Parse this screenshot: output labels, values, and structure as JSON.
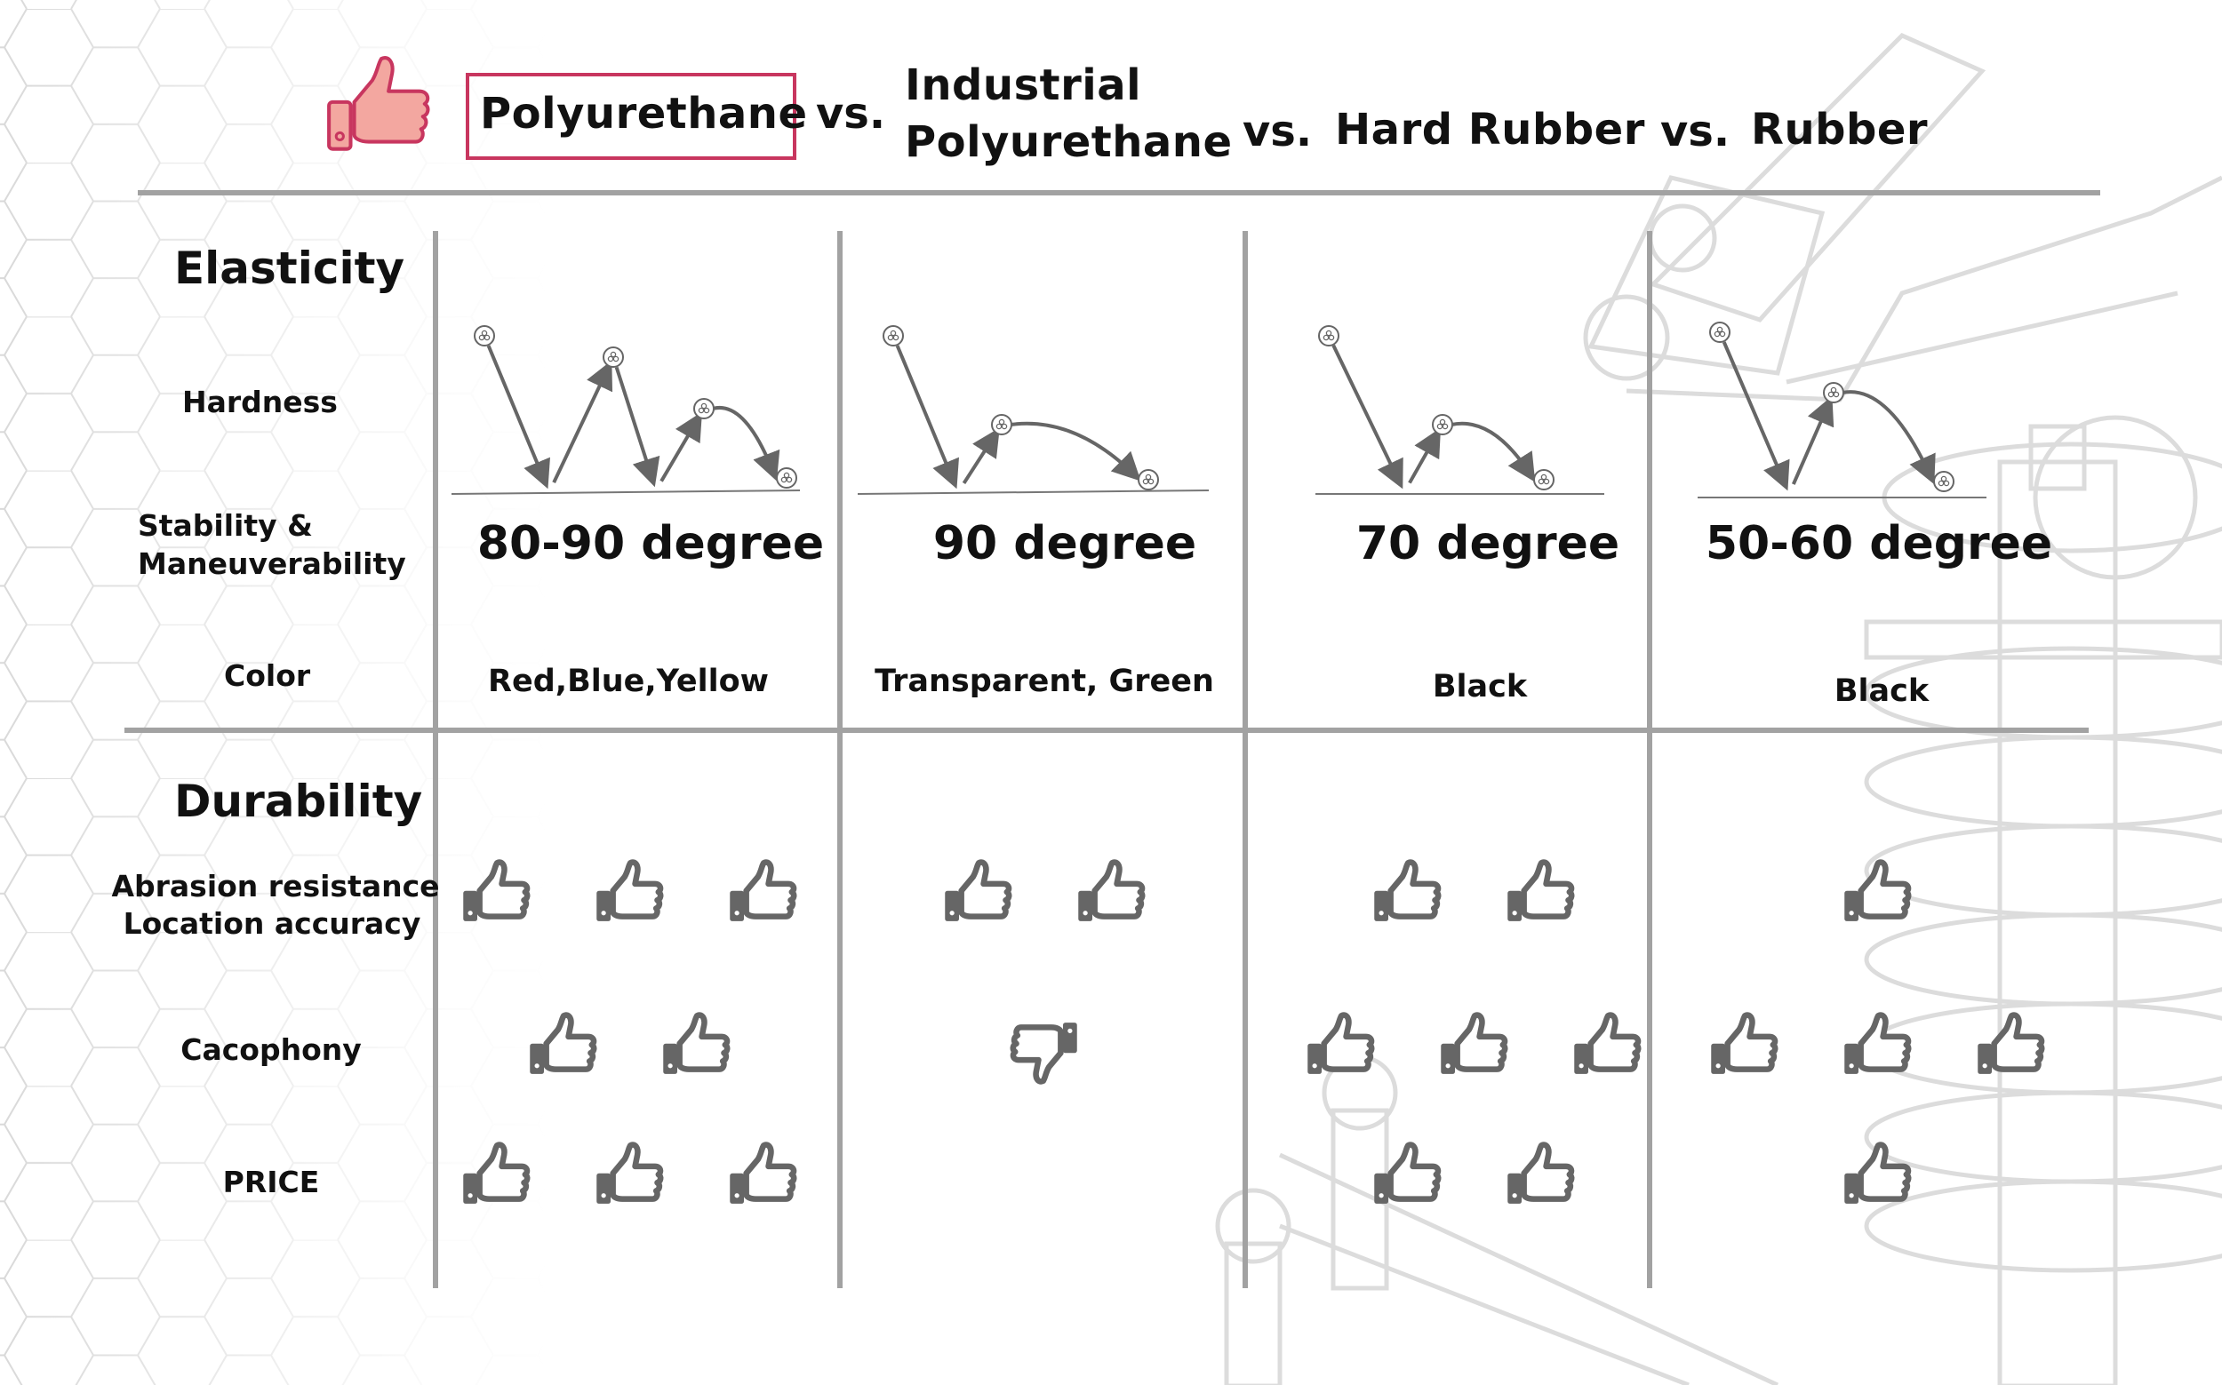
{
  "header": {
    "materials": [
      "Polyurethane",
      "Industrial",
      "Polyurethane",
      "Hard Rubber",
      "Rubber"
    ],
    "vs_label": "vs."
  },
  "sections": {
    "elasticity": "Elasticity",
    "durability": "Durability"
  },
  "row_labels": {
    "hardness": "Hardness",
    "stability_line1": "Stability &",
    "stability_line2": "Maneuverability",
    "color": "Color",
    "abrasion": "Abrasion resistance",
    "location": "Location accuracy",
    "cacophony": "Cacophony",
    "price": "PRICE"
  },
  "columns": [
    {
      "material": "Polyurethane",
      "hardness": "80-90 degree",
      "color": "Red,Blue,Yellow",
      "ratings": {
        "abrasion_location": 3,
        "cacophony": 2,
        "price": 3
      },
      "bounces": 3
    },
    {
      "material": "Industrial Polyurethane",
      "hardness": "90 degree",
      "color": "Transparent, Green",
      "ratings": {
        "abrasion_location": 2,
        "cacophony": -1,
        "price": 0
      },
      "bounces": 1
    },
    {
      "material": "Hard Rubber",
      "hardness": "70 degree",
      "color": "Black",
      "ratings": {
        "abrasion_location": 2,
        "cacophony": 3,
        "price": 2
      },
      "bounces": 1
    },
    {
      "material": "Rubber",
      "hardness": "50-60 degree",
      "color": "Black",
      "ratings": {
        "abrasion_location": 1,
        "cacophony": 3,
        "price": 1
      },
      "bounces": 1
    }
  ],
  "colors": {
    "accent_border": "#c8365f",
    "hero_thumb_fill": "#f3a7a0",
    "hero_thumb_stroke": "#c8365f",
    "thumb_icon": "#666666",
    "divider": "#a2a2a2"
  },
  "icons": {
    "hero": "thumbs-up-icon",
    "rating_up": "thumbs-up-icon",
    "rating_down": "thumbs-down-icon",
    "ball": "ball-icon",
    "arrow": "arrow-icon"
  }
}
